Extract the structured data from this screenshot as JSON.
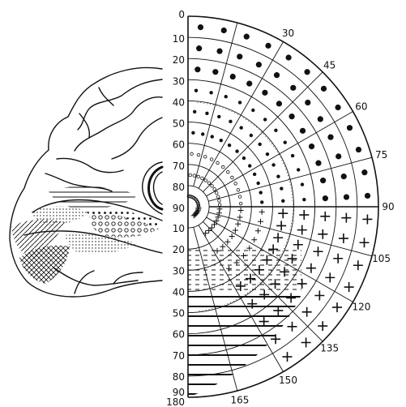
{
  "radial_labels_upper": [
    "0",
    "10",
    "20",
    "30",
    "40",
    "50",
    "60",
    "70",
    "80",
    "90"
  ],
  "radial_labels_lower": [
    "10",
    "20",
    "30",
    "40",
    "50",
    "60",
    "70",
    "80",
    "90"
  ],
  "bottom_label": "180",
  "angle_labels": [
    "30",
    "45",
    "60",
    "75",
    "90",
    "105",
    "120",
    "135",
    "150",
    "165"
  ],
  "colors": {
    "ink": "#111111",
    "paper": "#ffffff"
  }
}
